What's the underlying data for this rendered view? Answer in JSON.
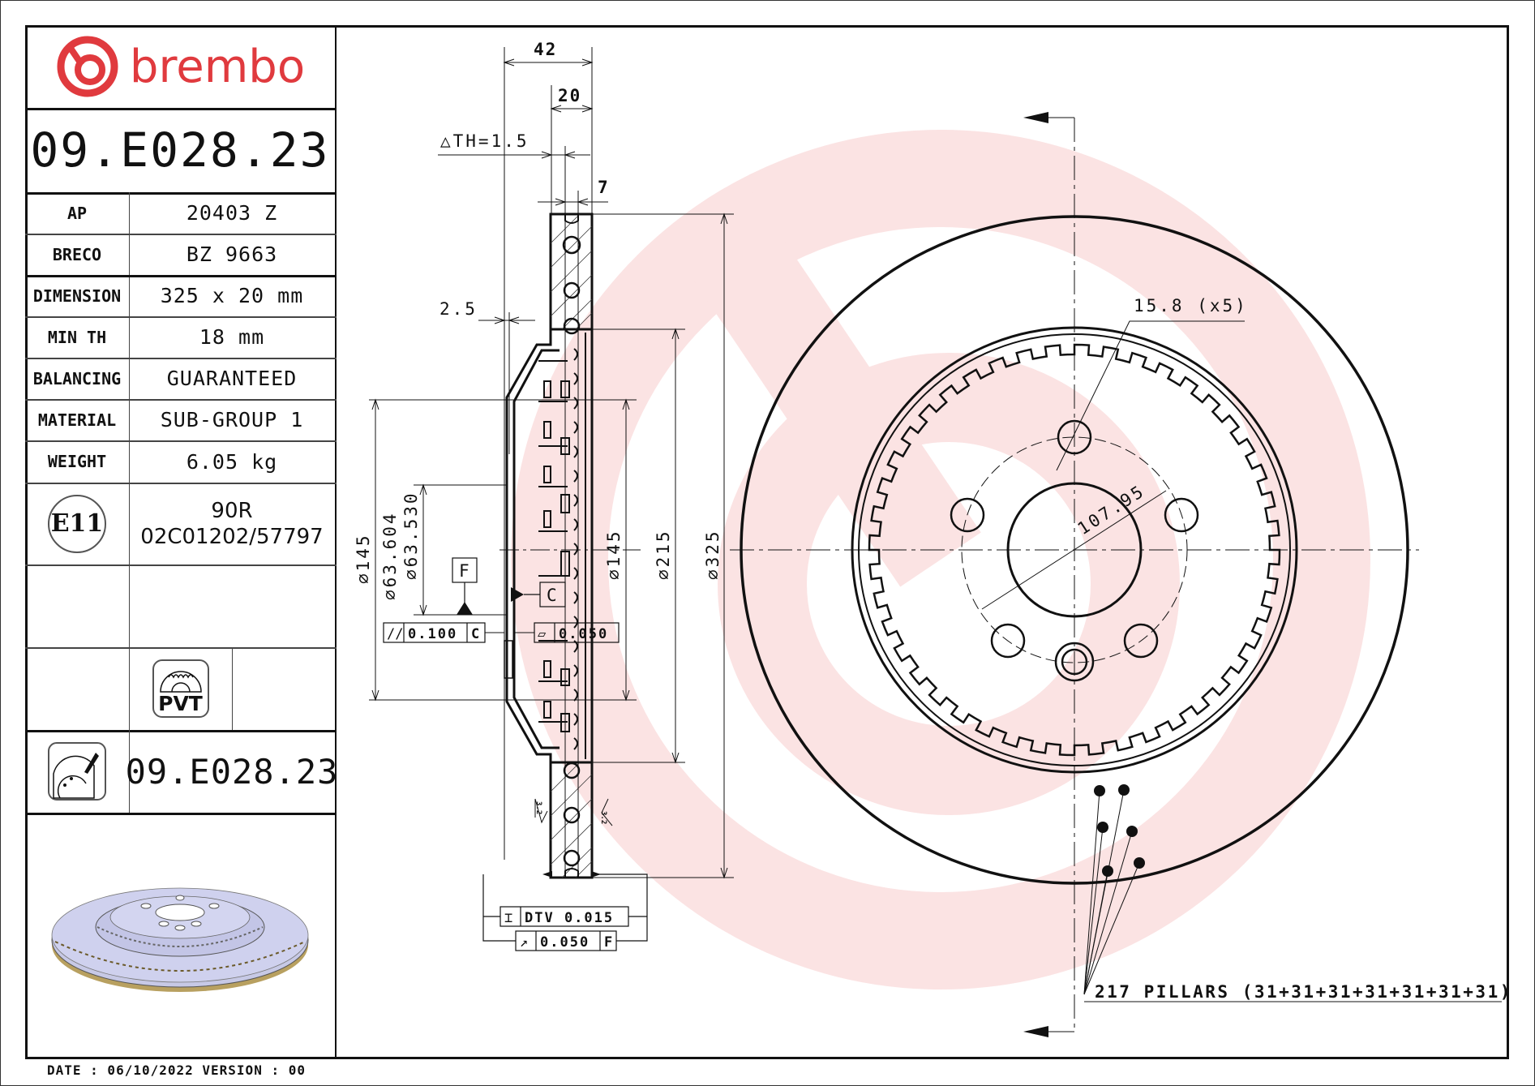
{
  "header": {
    "brand": "brembo",
    "part_number": "09.E028.23"
  },
  "specs": [
    {
      "label": "AP",
      "value": "20403 Z"
    },
    {
      "label": "BRECO",
      "value": "BZ 9663"
    },
    {
      "label": "DIMENSION",
      "value": "325 x 20 mm"
    },
    {
      "label": "MIN TH",
      "value": "18 mm"
    },
    {
      "label": "BALANCING",
      "value": "GUARANTEED"
    },
    {
      "label": "MATERIAL",
      "value": "SUB-GROUP 1"
    },
    {
      "label": "WEIGHT",
      "value": "6.05 kg"
    }
  ],
  "approval": {
    "mark": "E11",
    "line1": "90R",
    "line2": "02C01202/57797"
  },
  "features": {
    "pvt_label": "PVT"
  },
  "footer_part_number": "09.E028.23",
  "footer": {
    "date_line": "DATE : 06/10/2022 VERSION : 00"
  },
  "section_view": {
    "dim_overall_width": "42",
    "dim_thickness": "20",
    "dim_delta_th": "△TH=1.5",
    "dim_vane": "7",
    "dim_offset": "2.5",
    "dim_hat_dia": "⌀145",
    "dim_center_bore_max": "⌀63.604",
    "dim_center_bore_min": "⌀63.530",
    "dim_inner_dia": "⌀145",
    "dim_friction_inner": "⌀215",
    "dim_outer": "⌀325",
    "datum_f": "F",
    "datum_c": "C",
    "tol_parallelism": {
      "symbol": "//",
      "value": "0.100",
      "datum": "C"
    },
    "tol_flatness": {
      "symbol": "▱",
      "value": "0.050"
    },
    "tol_dtv": {
      "symbol": "⌶",
      "value": "DTV 0.015"
    },
    "tol_runout": {
      "symbol": "↗",
      "value": "0.050",
      "datum": "F"
    },
    "roughness_left": "3.2",
    "roughness_right": "3.2"
  },
  "front_view": {
    "bolt_hole_label": "15.8 (x5)",
    "bolt_circle_label": "107.95",
    "pillars_label": "217 PILLARS  (31+31+31+31+31+31+31)"
  },
  "colors": {
    "brand_red": "#e03a3e",
    "watermark": "#fbe3e3",
    "disc_render": "#c9cbe8"
  }
}
